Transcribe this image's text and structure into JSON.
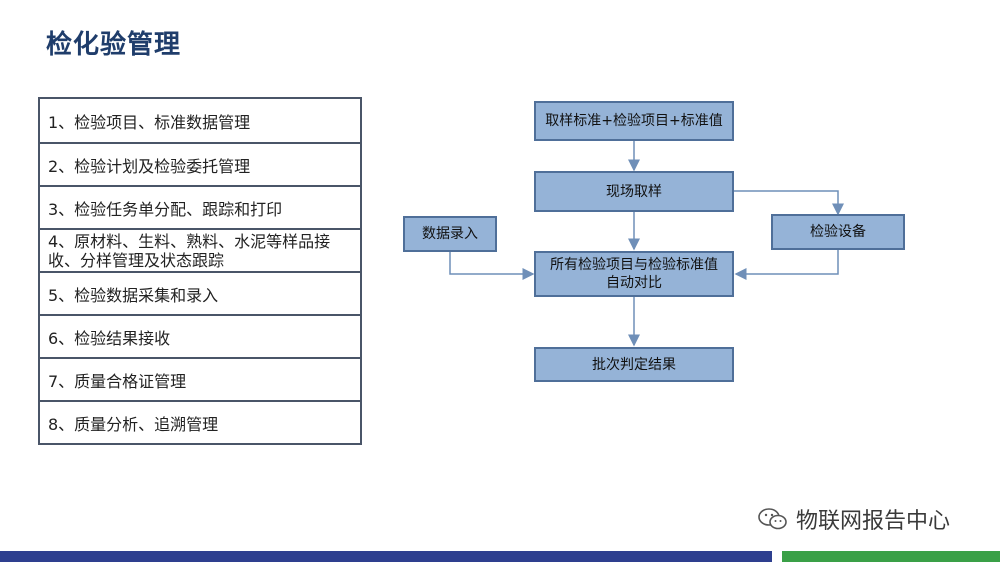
{
  "title": "检化验管理",
  "list": {
    "items": [
      "1、检验项目、标准数据管理",
      "2、检验计划及检验委托管理",
      "3、检验任务单分配、跟踪和打印",
      "4、原材料、生料、熟料、水泥等样品接收、分样管理及状态跟踪",
      "5、检验数据采集和录入",
      "6、检验结果接收",
      "7、质量合格证管理",
      "8、质量分析、追溯管理"
    ]
  },
  "flow": {
    "sampling_standard": "取样标准+检验项目+标准值",
    "onsite_sampling": "现场取样",
    "data_entry": "数据录入",
    "inspection_equipment": "检验设备",
    "auto_compare": "所有检验项目与检验标准值自动对比",
    "batch_result": "批次判定结果"
  },
  "watermark": {
    "text": "物联网报告中心",
    "icon": "wechat-icon"
  },
  "colors": {
    "box_fill": "#95b3d7",
    "box_border": "#4f6f99",
    "title": "#1f3d6b",
    "footer_blue": "#2e3f8f",
    "footer_green": "#3aa047"
  }
}
